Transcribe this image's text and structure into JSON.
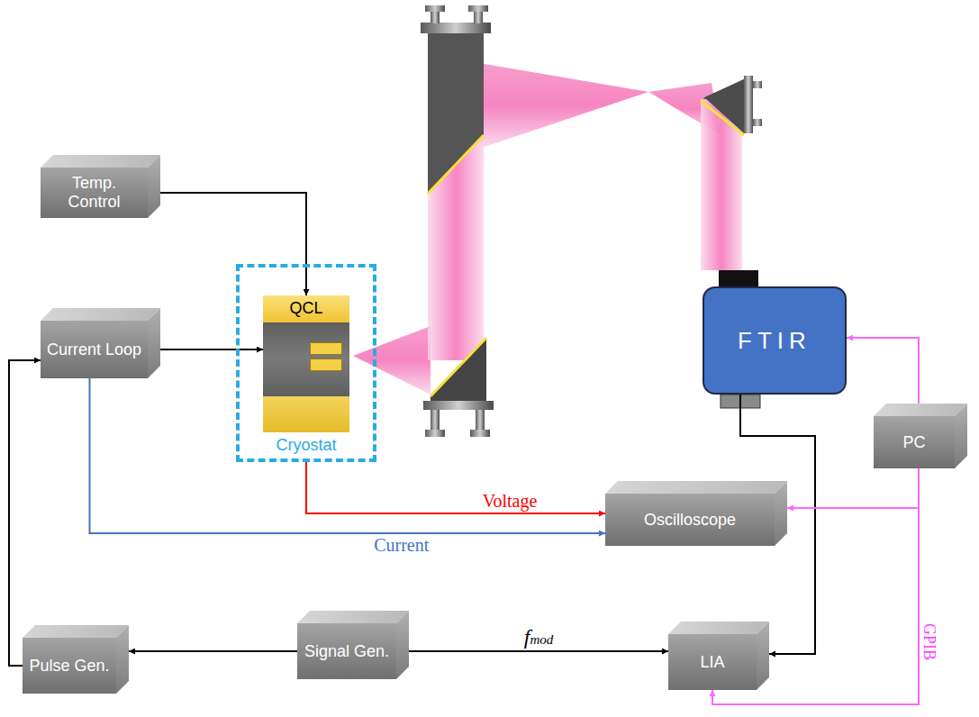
{
  "diagram": {
    "nodes": [
      {
        "text": [
          "Temp. Control"
        ]
      },
      {
        "text": [
          "Current Loop"
        ]
      },
      {
        "text": [
          "Cryostat"
        ]
      },
      {
        "text": [
          "QCL"
        ],
        "in": 2
      },
      {
        "text": [
          "FTIR"
        ]
      },
      {
        "text": [
          "PC"
        ]
      },
      {
        "text": [
          "Oscilloscope"
        ]
      },
      {
        "text": [
          "Pulse Gen."
        ]
      },
      {
        "text": [
          "Signal Gen."
        ]
      },
      {
        "text": [
          "LIA"
        ]
      }
    ],
    "edges": [
      {
        "from": 0,
        "to": 3,
        "arrow": "to"
      },
      {
        "from": 1,
        "to": 3,
        "arrow": "to"
      },
      {
        "from": 2,
        "to": 6,
        "label": "Voltage",
        "arrow": "to"
      },
      {
        "from": 1,
        "to": 6,
        "label": "Current",
        "arrow": "to"
      },
      {
        "from": 7,
        "to": 1,
        "arrow": "to"
      },
      {
        "from": 8,
        "to": 7,
        "arrow": "to"
      },
      {
        "from": 8,
        "to": 9,
        "label": "fmod",
        "arrow": "to"
      },
      {
        "from": 4,
        "to": 9,
        "arrow": "to"
      },
      {
        "from": 5,
        "to": 4,
        "arrow": "to"
      },
      {
        "from": 5,
        "to": 6,
        "arrow": "to"
      },
      {
        "from": 5,
        "to": 9,
        "arrow": "to"
      }
    ],
    "labels": [
      "GPIB"
    ]
  }
}
